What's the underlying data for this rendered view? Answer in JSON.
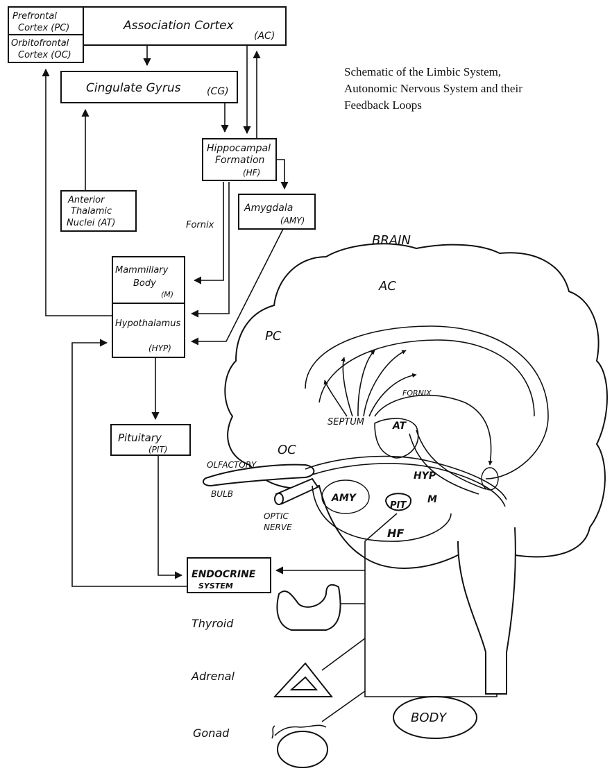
{
  "title_lines": [
    "Schematic of the Limbic System,",
    "Autonomic Nervous System and their",
    "Feedback Loops"
  ],
  "boxes": {
    "prefrontal": [
      "Prefrontal",
      "Cortex (PC)"
    ],
    "orbitofrontal": [
      "Orbitofrontal",
      "Cortex (OC)"
    ],
    "association": "Association Cortex",
    "association_abbr": "(AC)",
    "cingulate": "Cingulate Gyrus",
    "cingulate_abbr": "(CG)",
    "hippocampal": [
      "Hippocampal",
      "Formation",
      "(HF)"
    ],
    "amygdala": [
      "Amygdala",
      "(AMY)"
    ],
    "anterior_thalamic": [
      "Anterior",
      "Thalamic",
      "Nuclei (AT)"
    ],
    "mammillary": [
      "Mammillary",
      "Body",
      "(M)"
    ],
    "hypothalamus": [
      "Hypothalamus",
      "(HYP)"
    ],
    "pituitary": [
      "Pituitary",
      "(PIT)"
    ],
    "endocrine": [
      "ENDOCRINE",
      "SYSTEM"
    ],
    "body": "BODY"
  },
  "labels": {
    "fornix": "Fornix",
    "brain": "BRAIN",
    "thyroid": "Thyroid",
    "adrenal": "Adrenal",
    "gonad": "Gonad"
  },
  "brain_labels": {
    "ac": "AC",
    "pc": "PC",
    "oc": "OC",
    "olfactory": "OLFACTORY",
    "bulb": "BULB",
    "optic": [
      "OPTIC",
      "NERVE"
    ],
    "septum": "SEPTUM",
    "fornix": "FORNIX",
    "at": "AT",
    "hyp": "HYP",
    "amy": "AMY",
    "pit": "PIT",
    "m": "M",
    "hf": "HF"
  },
  "colors": {
    "ink": "#111111",
    "paper": "#ffffff"
  }
}
